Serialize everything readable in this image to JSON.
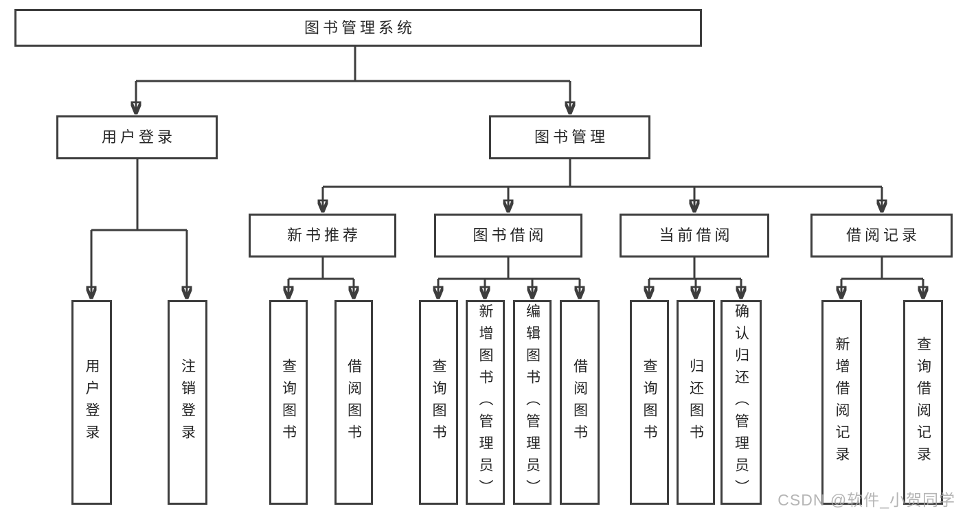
{
  "nodes": {
    "root": "图书管理系统",
    "user_login": "用户登录",
    "book_management": "图书管理",
    "new_book_recommend": "新书推荐",
    "book_borrowing": "图书借阅",
    "current_borrowing": "当前借阅",
    "borrowing_records": "借阅记录"
  },
  "leaves": {
    "user_login": "用户登录",
    "logout": "注销登录",
    "query_books_recommend": "查询图书",
    "borrow_books_recommend": "借阅图书",
    "query_books_borrowing": "查询图书",
    "add_book_admin": "新增图书（管理员）",
    "edit_book_admin": "编辑图书（管理员）",
    "borrow_books_borrowing": "借阅图书",
    "query_books_current": "查询图书",
    "return_book": "归还图书",
    "confirm_return_admin": "确认归还（管理员）",
    "add_borrow_record": "新增借阅记录",
    "query_borrow_record": "查询借阅记录"
  },
  "watermark": "CSDN @软件_小贺同学",
  "colors": {
    "line": "#3d3d3d",
    "text": "#262626",
    "watermark": "#a8a8a8",
    "background": "#ffffff"
  }
}
